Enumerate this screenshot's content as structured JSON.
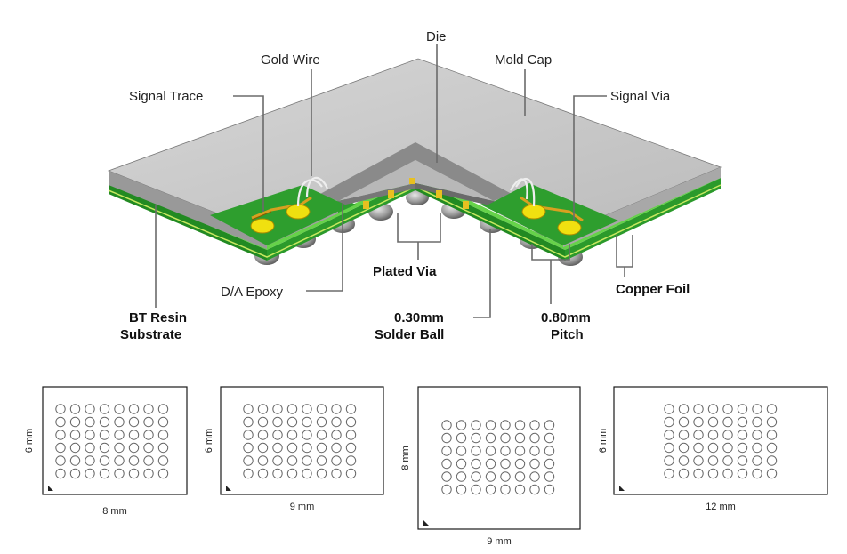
{
  "diagram": {
    "labels": {
      "die": "Die",
      "gold_wire": "Gold Wire",
      "mold_cap": "Mold Cap",
      "signal_trace": "Signal Trace",
      "signal_via": "Signal Via",
      "plated_via": "Plated Via",
      "copper_foil": "Copper Foil",
      "da_epoxy": "D/A Epoxy",
      "bt_resin_line1": "BT Resin",
      "bt_resin_line2": "Substrate",
      "solder_ball_line1": "0.30mm",
      "solder_ball_line2": "Solder Ball",
      "pitch_line1": "0.80mm",
      "pitch_line2": "Pitch"
    },
    "colors": {
      "mold_top": "#c8c8c8",
      "mold_side": "#9a9a9a",
      "substrate_green": "#33a833",
      "substrate_light": "#66d24a",
      "trace_gold": "#d8a020",
      "pad_yellow": "#f0e010",
      "ball_gray": "#8a8a8a"
    }
  },
  "packages": [
    {
      "width_label": "8 mm",
      "height_label": "6 mm",
      "rows": 6,
      "cols": 8
    },
    {
      "width_label": "9 mm",
      "height_label": "6 mm",
      "rows": 6,
      "cols": 8
    },
    {
      "width_label": "9 mm",
      "height_label": "8 mm",
      "rows": 6,
      "cols": 8
    },
    {
      "width_label": "12 mm",
      "height_label": "6 mm",
      "rows": 6,
      "cols": 8
    }
  ]
}
